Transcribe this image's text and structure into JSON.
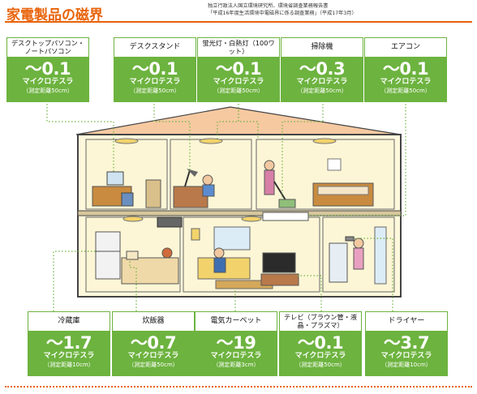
{
  "title": "家電製品の磁界",
  "source": {
    "line1": "独立行政法人国立環境研究所、環境省調査業務報告書",
    "line2": "「平成16年度生活環境中電磁界に係る調査業務」（平成17年3月）"
  },
  "top_cards": [
    {
      "label": "デスクトップパソコン・ノートパソコン",
      "value": "〜0.1",
      "unit": "マイクロテスラ",
      "note": "（測定距離50cm）"
    },
    {
      "label": "デスクスタンド",
      "value": "〜0.1",
      "unit": "マイクロテスラ",
      "note": "（測定距離50cm）"
    },
    {
      "label": "蛍光灯・白熱灯（100ワット）",
      "value": "〜0.1",
      "unit": "マイクロテスラ",
      "note": "（測定距離50cm）"
    },
    {
      "label": "掃除機",
      "value": "〜0.3",
      "unit": "マイクロテスラ",
      "note": "（測定距離50cm）"
    },
    {
      "label": "エアコン",
      "value": "〜0.1",
      "unit": "マイクロテスラ",
      "note": "（測定距離50cm）"
    }
  ],
  "bottom_cards": [
    {
      "label": "冷蔵庫",
      "value": "〜1.7",
      "unit": "マイクロテスラ",
      "note": "（測定距離10cm）"
    },
    {
      "label": "炊飯器",
      "value": "〜0.7",
      "unit": "マイクロテスラ",
      "note": "（測定距離50cm）"
    },
    {
      "label": "電気カーペット",
      "value": "〜19",
      "unit": "マイクロテスラ",
      "note": "（測定距離3cm）"
    },
    {
      "label": "テレビ（ブラウン管・液晶・プラズマ）",
      "value": "〜0.1",
      "unit": "マイクロテスラ",
      "note": "（測定距離50cm）"
    },
    {
      "label": "ドライヤー",
      "value": "〜3.7",
      "unit": "マイクロテスラ",
      "note": "（測定距離10cm）"
    }
  ],
  "colors": {
    "accent": "#e8630a",
    "card_green": "#6db33f",
    "roof": "#f6c9a1",
    "wall": "#fdf6d6"
  }
}
